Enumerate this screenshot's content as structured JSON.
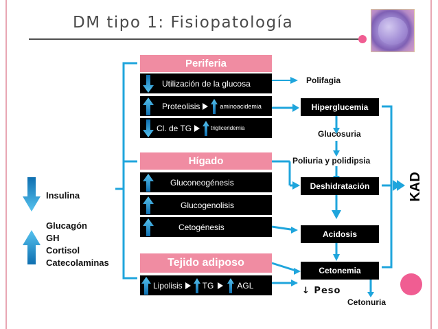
{
  "title": "DM tipo 1: Fisiopatología",
  "left": {
    "down_label": "Insulina",
    "up_labels": [
      "Glucagón",
      "GH",
      "Cortisol",
      "Catecolaminas"
    ]
  },
  "periferia": {
    "header": "Periferia",
    "row1": "Utilización de la glucosa",
    "row2_a": "Proteolisis",
    "row2_b": "aminoacidemia",
    "row3_a": "Cl. de TG",
    "row3_b": "trigliceridemia"
  },
  "higado": {
    "header": "Hígado",
    "row1": "Gluconeogénesis",
    "row2": "Glucogenolisis",
    "row3": "Cetogénesis"
  },
  "adiposo": {
    "header": "Tejido adiposo",
    "row_a": "Lipolisis",
    "row_b": "TG",
    "row_c": "AGL"
  },
  "outcomes": {
    "polifagia": "Polifagia",
    "hiperglucemia": "Hiperglucemia",
    "glucosuria": "Glucosuria",
    "poliuria": "Poliuria y polidipsia",
    "deshidratacion": "Deshidratación",
    "acidosis": "Acidosis",
    "cetonemia": "Cetonemia",
    "peso": "↓ Peso",
    "cetonuria": "Cetonuria"
  },
  "kad": "KAD",
  "colors": {
    "accent_blue": "#1fa5dc",
    "header_pink": "#f08ca2",
    "dot_pink": "#f05d92",
    "frame_pink": "#e8a6b3"
  }
}
